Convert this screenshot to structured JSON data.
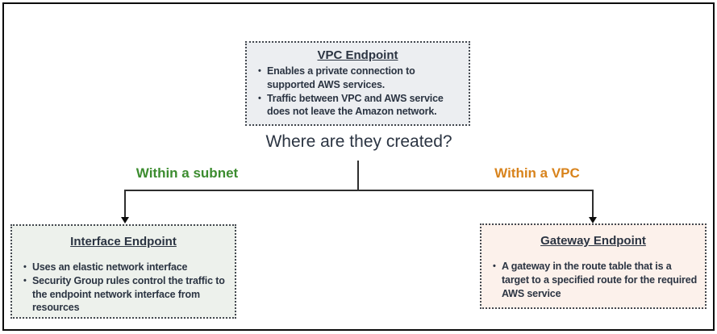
{
  "vpc_endpoint": {
    "title": "VPC Endpoint",
    "bullets": [
      "Enables a private connection to supported AWS services.",
      "Traffic between VPC and AWS service does not leave the Amazon network."
    ]
  },
  "question": "Where are they created?",
  "branch_left": {
    "label": "Within a subnet"
  },
  "branch_right": {
    "label": "Within a VPC"
  },
  "interface_endpoint": {
    "title": "Interface Endpoint",
    "bullets": [
      "Uses an elastic network interface",
      "Security Group rules control the traffic to the endpoint network interface from resources"
    ]
  },
  "gateway_endpoint": {
    "title": "Gateway Endpoint",
    "bullets": [
      "A gateway in the route table that is a target to a specified route for the required AWS service"
    ]
  },
  "colors": {
    "text_dark": "#2b3442",
    "green_label": "#3c8c2f",
    "orange_label": "#d8831c",
    "vpc_box_bg": "#eceef1",
    "interface_box_bg": "#edf1ec",
    "gateway_box_bg": "#fcf1eb"
  }
}
